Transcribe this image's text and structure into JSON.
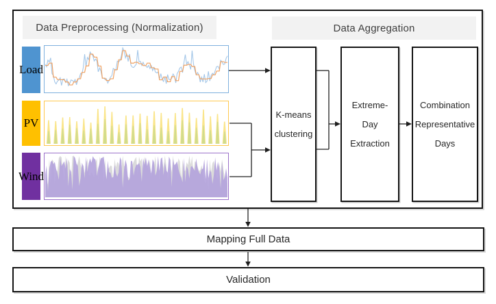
{
  "preprocessing": {
    "header": "Data Preprocessing (Normalization)",
    "rows": [
      {
        "label": "Load",
        "chart": "load-profile-chart"
      },
      {
        "label": "PV",
        "chart": "pv-profile-chart"
      },
      {
        "label": "Wind",
        "chart": "wind-profile-chart"
      }
    ]
  },
  "aggregation": {
    "header": "Data Aggregation",
    "steps": [
      {
        "lines": [
          "K-means",
          "clustering"
        ]
      },
      {
        "lines": [
          "Extreme-",
          "Day",
          "Extraction"
        ]
      },
      {
        "lines": [
          "Combination",
          "Representative",
          "Days"
        ]
      }
    ]
  },
  "mapping_label": "Mapping Full Data",
  "validation_label": "Validation",
  "colors": {
    "load_label_bg": "#4F94D0",
    "pv_label_bg": "#FFC000",
    "wind_label_bg": "#7030A0",
    "load_chart_border": "#7EB0DE",
    "pv_chart_border": "#FFC84D",
    "wind_chart_border": "#9A6FC9",
    "load_line_blue": "#A3C6E8",
    "load_line_orange": "#F0A161",
    "pv_bar_back": "#F9E27E",
    "pv_bar_front": "#C9DA8C",
    "wind_area_back": "#DBDBDB",
    "wind_area_front": "#B3A2DC",
    "header_bg": "#F2F2F2",
    "connector": "#1F1F1F"
  }
}
